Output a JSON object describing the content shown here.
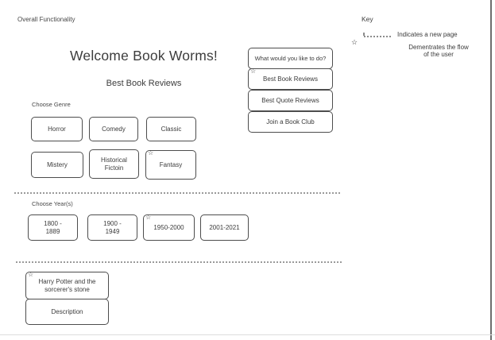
{
  "header": {
    "page_label": "Overall Functionality",
    "title": "Welcome Book Worms!",
    "subtitle": "Best Book Reviews"
  },
  "icons": {
    "star": "☆"
  },
  "genre_section": {
    "label": "Choose Genre",
    "items": [
      {
        "label": "Horror",
        "starred": false
      },
      {
        "label": "Comedy",
        "starred": false
      },
      {
        "label": "Classic",
        "starred": false
      },
      {
        "label": "Mistery",
        "starred": false
      },
      {
        "label": "Historical\nFictoin",
        "starred": false
      },
      {
        "label": "Fantasy",
        "starred": true
      }
    ]
  },
  "year_section": {
    "label": "Choose Year(s)",
    "items": [
      {
        "label": "1800 -\n1889",
        "starred": false
      },
      {
        "label": "1900 -\n1949",
        "starred": false
      },
      {
        "label": "1950-2000",
        "starred": true
      },
      {
        "label": "2001-2021",
        "starred": false
      }
    ]
  },
  "book_section": {
    "title": "Harry Potter and the\nsorcerer's stone",
    "description_label": "Description"
  },
  "menu": {
    "prompt": "What would you like to do?",
    "items": [
      {
        "label": "Best Book Reviews",
        "starred": true
      },
      {
        "label": "Best Quote Reviews",
        "starred": false
      },
      {
        "label": "Join a Book Club",
        "starred": false
      }
    ]
  },
  "key": {
    "title": "Key",
    "dotted_meaning": "Indicates a new page",
    "star_meaning": "Dementrates the flow\nof the user"
  },
  "colors": {
    "box_border": "#4d4d4d",
    "separator": "#9a9a9a",
    "page_border": "#6e6e6e",
    "text": "#3b3b3b"
  }
}
